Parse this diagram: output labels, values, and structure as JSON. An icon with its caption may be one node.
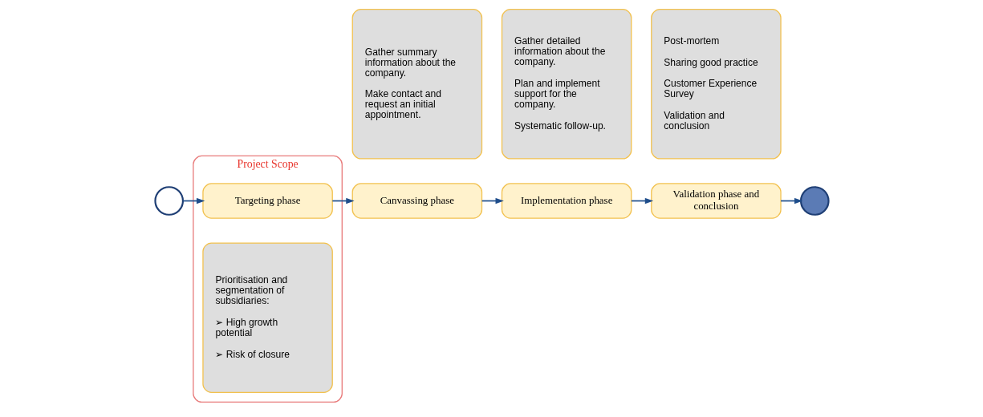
{
  "diagram": {
    "nodes": [
      {
        "text": [],
        "shape": "circle"
      },
      {
        "text": [
          "Project Scope"
        ]
      },
      {
        "text": [
          "Targeting phase"
        ],
        "in": 1
      },
      {
        "text": [
          "Prioritisation and segmentation of subsidiaries:",
          "➢ High growth potential",
          "➢ Risk of closure"
        ],
        "in": 1
      },
      {
        "text": [
          "Canvassing phase"
        ]
      },
      {
        "text": [
          "Gather summary information about the company.",
          "Make contact and request an initial appointment."
        ]
      },
      {
        "text": [
          "Implementation phase"
        ]
      },
      {
        "text": [
          "Gather detailed information about the company.",
          "Plan and implement support for the company.",
          "Systematic follow-up."
        ]
      },
      {
        "text": [
          "Validation phase and conclusion"
        ]
      },
      {
        "text": [
          "Post-mortem",
          "Sharing good practice",
          "Customer Experience Survey",
          "Validation and conclusion"
        ]
      },
      {
        "text": [],
        "shape": "circle"
      }
    ],
    "edges": [
      {
        "from": 0,
        "to": 2,
        "arrow": "to"
      },
      {
        "from": 2,
        "to": 4,
        "arrow": "to"
      },
      {
        "from": 4,
        "to": 6,
        "arrow": "to"
      },
      {
        "from": 6,
        "to": 8,
        "arrow": "to"
      },
      {
        "from": 8,
        "to": 10,
        "arrow": "to"
      }
    ]
  }
}
